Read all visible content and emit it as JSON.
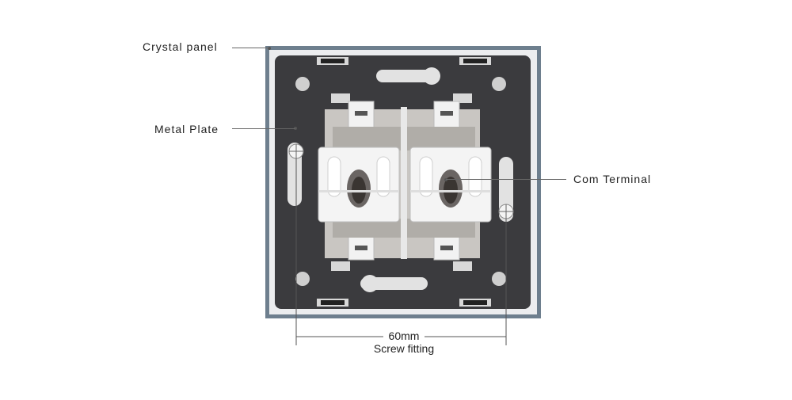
{
  "labels": {
    "crystal_panel": "Crystal panel",
    "metal_plate": "Metal Plate",
    "com_terminal": "Com Terminal"
  },
  "dimension": {
    "value": "60mm",
    "caption": "Screw fitting"
  },
  "colors": {
    "panel_frame": "#6e7f8e",
    "panel_glass": "#ecedef",
    "metal_plate": "#3b3b3e",
    "module_white": "#f4f4f4",
    "leader_line": "#666666"
  }
}
